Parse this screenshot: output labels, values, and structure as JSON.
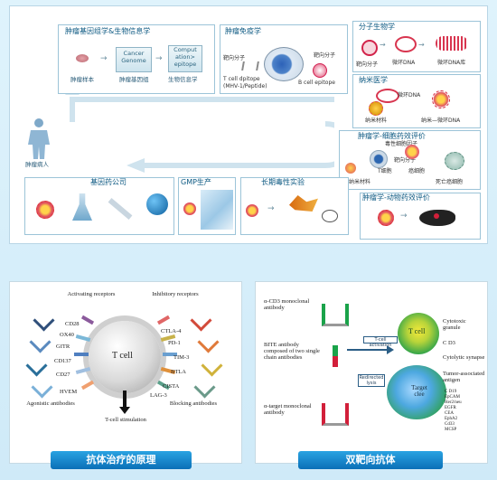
{
  "top": {
    "sections": {
      "genomics": "肿瘤基因组学&生物信息学",
      "immunology": "肿瘤免疫学",
      "molecular_bio": "分子生物学",
      "nanomed": "纳米医学",
      "cell_eval": "肿瘤学-细胞药效评价",
      "animal_eval": "肿瘤学-动物药效评价",
      "gene_company": "基因药公司",
      "gmp": "GMP生产",
      "longtox": "长期毒性实验"
    },
    "genomics": {
      "box_cancer_genome": "Cancer Genome",
      "box_computation": "Comput ation> epitope",
      "label_sample": "肿瘤样本",
      "label_genome": "肿瘤基因组",
      "label_bioinfo": "生物信息学"
    },
    "immunology": {
      "target_left": "靶向分子",
      "target_right": "靶向分子",
      "tcell_epitope": "T cell dpitope",
      "mhc": "(MHV-1/Peptide)",
      "bcell_epitope": "B cell epitope"
    },
    "molecular_bio": {
      "target": "靶向分子",
      "circular_dna": "微环DNA",
      "library": "微环DNA库"
    },
    "nanomed": {
      "circular_dna": "微环DNA",
      "material": "纳米材料",
      "composite": "纳米—微环DNA"
    },
    "cell_eval": {
      "toxic_factor": "毒性细胞因子",
      "target": "靶向分子",
      "tcell": "T细胞",
      "cancer_cell": "癌细胞",
      "material": "纳米材料",
      "dead_cell": "死亡癌细胞"
    },
    "patient": "肿瘤病人"
  },
  "left_panel": {
    "activating": "Activating receptors",
    "inhibitory": "Inhibitory receptors",
    "tcell": "T cell",
    "left_receptors": [
      "CD28",
      "OX40",
      "GITR",
      "CD137",
      "CD27",
      "HVEM"
    ],
    "right_receptors": [
      "CTLA-4",
      "PD-1",
      "TIM-3",
      "BTLA",
      "CISTA",
      "LAG-3"
    ],
    "agonistic": "Agonistic antibodies",
    "stimulation": "T-cell stimulation",
    "blocking": "Blocking antibodies",
    "caption": "抗体治疗的原理"
  },
  "right_panel": {
    "cd3_ab": "α-CD3 monoclonal antibody",
    "bite_ab": "BITE antibody composed of two single chain antibodies",
    "target_ab": "α-target monoclonal antibody",
    "tcell_activation": "T-cell activation",
    "redirected_lysis": "Redirected lysis",
    "tcell": "T cell",
    "cytotoxic": "Cytotoxic granule",
    "cd3": "C D3",
    "synapse": "Cytolytic synapse",
    "tumor_antigen": "Tumor-associated antigen",
    "antigens": [
      "C D19",
      "EpCAM",
      "Her2/neu",
      "EGFR",
      "CEA",
      "EphA2",
      "Cd33",
      "MCSP"
    ],
    "target_cell": "Target clee",
    "caption": "双靶向抗体"
  }
}
